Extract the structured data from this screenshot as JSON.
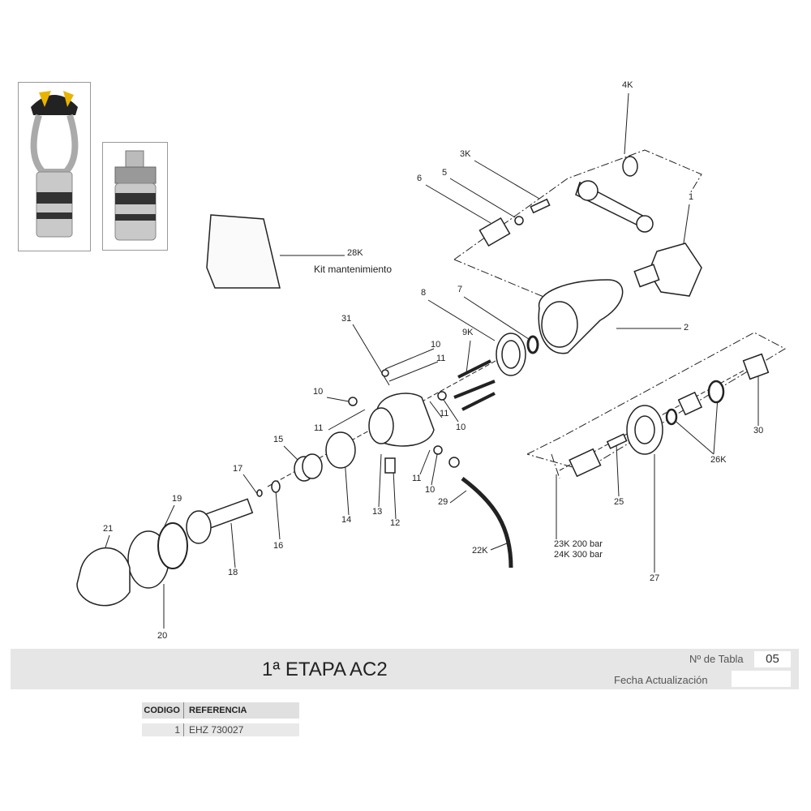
{
  "diagram": {
    "part_labels": [
      "4K",
      "3K",
      "6",
      "5",
      "1",
      "28K",
      "Kit mantenimiento",
      "8",
      "7",
      "31",
      "10",
      "11",
      "9K",
      "2",
      "10",
      "11",
      "11",
      "10",
      "15",
      "30",
      "26K",
      "17",
      "11",
      "10",
      "13",
      "12",
      "14",
      "25",
      "19",
      "16",
      "29",
      "21",
      "18",
      "22K",
      "23K 200 bar",
      "24K 300 bar",
      "27",
      "20"
    ]
  },
  "header": {
    "title": "1ª ETAPA AC2",
    "tabla_label": "Nº de Tabla",
    "tabla_value": "05",
    "fecha_label": "Fecha Actualización",
    "fecha_value": ""
  },
  "table": {
    "columns": [
      "CODIGO",
      "REFERENCIA"
    ],
    "rows": [
      {
        "codigo": "1",
        "referencia": "EHZ 730027"
      }
    ]
  },
  "colors": {
    "header_bg": "#e6e6e6",
    "accent_yellow": "#e8b400"
  }
}
